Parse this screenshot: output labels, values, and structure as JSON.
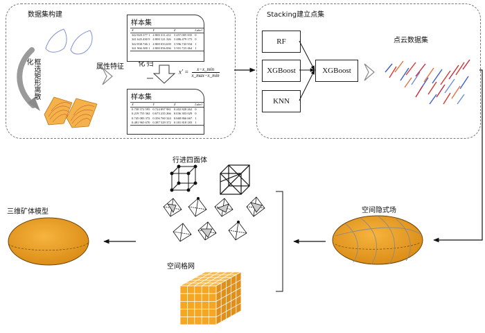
{
  "dataset_panel": {
    "title": "数据集构建",
    "stage_label": "框选矩形离散化",
    "attr_label": "属性特征",
    "norm_label": "归一化",
    "formula": {
      "lhs": "x′ =",
      "num": "x−x_min",
      "den": "x_max−x_min"
    },
    "table_top": {
      "title": "样本集",
      "headers": [
        "X",
        "Y",
        "Z",
        "Label"
      ],
      "rows": [
        [
          "342 820.377 1",
          "4 800 311.412",
          "3 457.005 835",
          "0"
        ],
        [
          "341 645.430 9",
          "4 800 121.326",
          "3 486.479 175",
          "0"
        ],
        [
          "342 838.746 1",
          "4 800 033.639",
          "3 596.743 934",
          "1"
        ],
        [
          "341 966.300 1",
          "4 800 056.836",
          "3 591.723 464",
          "1"
        ]
      ]
    },
    "table_bottom": {
      "title": "样本集",
      "headers": [
        "X",
        "Y",
        "Z",
        "Label"
      ],
      "rows": [
        [
          "0.758 572 595",
          "0.724 897 981",
          "0.202 828 262",
          "0"
        ],
        [
          "0.219 755 362",
          "0.673 235 266",
          "0.036 303 029",
          "0"
        ],
        [
          "0.745 083 372",
          "0.356 760 324",
          "0.668 866 667",
          "1"
        ],
        [
          "0.481 965 670",
          "0.387 529 372",
          "0.181 818 183",
          "1"
        ]
      ]
    }
  },
  "stacking_panel": {
    "title": "Stacking建立点集",
    "base_models": [
      "RF",
      "XGBoost",
      "KNN"
    ],
    "meta_model": "XGBoost",
    "output_label": "点云数据集"
  },
  "bottom": {
    "field_label": "空间隐式场",
    "tet_label": "行进四面体",
    "grid_label": "空间格网",
    "model_label": "三维矿体模型"
  },
  "colors": {
    "ore": "#f2a62a",
    "ore_dark": "#c97d12",
    "grid": "#f5a623"
  }
}
